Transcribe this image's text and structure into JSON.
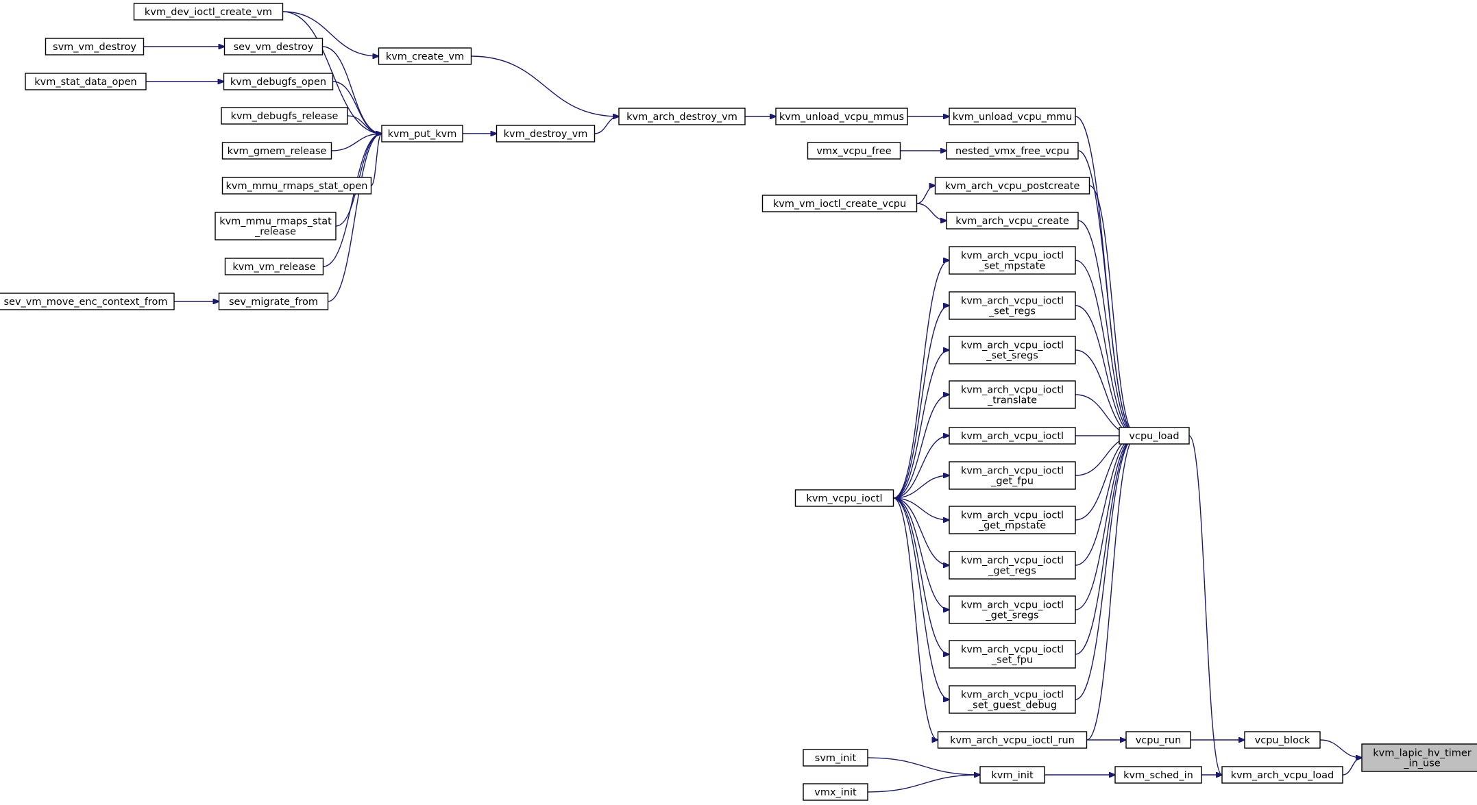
{
  "graph": {
    "colors": {
      "edge": "#191970",
      "node_border": "#000000",
      "node_fill": "#ffffff",
      "focus_fill": "#bfbfbf"
    },
    "nodes": [
      {
        "id": "kvm_dev_ioctl_create_vm",
        "lines": [
          "kvm_dev_ioctl_create_vm"
        ]
      },
      {
        "id": "svm_vm_destroy",
        "lines": [
          "svm_vm_destroy"
        ]
      },
      {
        "id": "sev_vm_destroy",
        "lines": [
          "sev_vm_destroy"
        ]
      },
      {
        "id": "kvm_stat_data_open",
        "lines": [
          "kvm_stat_data_open"
        ]
      },
      {
        "id": "kvm_debugfs_open",
        "lines": [
          "kvm_debugfs_open"
        ]
      },
      {
        "id": "kvm_debugfs_release",
        "lines": [
          "kvm_debugfs_release"
        ]
      },
      {
        "id": "kvm_gmem_release",
        "lines": [
          "kvm_gmem_release"
        ]
      },
      {
        "id": "kvm_mmu_rmaps_stat_open",
        "lines": [
          "kvm_mmu_rmaps_stat_open"
        ]
      },
      {
        "id": "kvm_mmu_rmaps_stat_release",
        "lines": [
          "kvm_mmu_rmaps_stat",
          "_release"
        ]
      },
      {
        "id": "kvm_vm_release",
        "lines": [
          "kvm_vm_release"
        ]
      },
      {
        "id": "sev_vm_move_enc_context_from",
        "lines": [
          "sev_vm_move_enc_context_from"
        ]
      },
      {
        "id": "sev_migrate_from",
        "lines": [
          "sev_migrate_from"
        ]
      },
      {
        "id": "kvm_create_vm",
        "lines": [
          "kvm_create_vm"
        ]
      },
      {
        "id": "kvm_put_kvm",
        "lines": [
          "kvm_put_kvm"
        ]
      },
      {
        "id": "kvm_destroy_vm",
        "lines": [
          "kvm_destroy_vm"
        ]
      },
      {
        "id": "kvm_arch_destroy_vm",
        "lines": [
          "kvm_arch_destroy_vm"
        ]
      },
      {
        "id": "kvm_unload_vcpu_mmus",
        "lines": [
          "kvm_unload_vcpu_mmus"
        ]
      },
      {
        "id": "kvm_unload_vcpu_mmu",
        "lines": [
          "kvm_unload_vcpu_mmu"
        ]
      },
      {
        "id": "vmx_vcpu_free",
        "lines": [
          "vmx_vcpu_free"
        ]
      },
      {
        "id": "nested_vmx_free_vcpu",
        "lines": [
          "nested_vmx_free_vcpu"
        ]
      },
      {
        "id": "kvm_vm_ioctl_create_vcpu",
        "lines": [
          "kvm_vm_ioctl_create_vcpu"
        ]
      },
      {
        "id": "kvm_arch_vcpu_postcreate",
        "lines": [
          "kvm_arch_vcpu_postcreate"
        ]
      },
      {
        "id": "kvm_arch_vcpu_create",
        "lines": [
          "kvm_arch_vcpu_create"
        ]
      },
      {
        "id": "set_mpstate",
        "lines": [
          "kvm_arch_vcpu_ioctl",
          "_set_mpstate"
        ]
      },
      {
        "id": "set_regs",
        "lines": [
          "kvm_arch_vcpu_ioctl",
          "_set_regs"
        ]
      },
      {
        "id": "set_sregs",
        "lines": [
          "kvm_arch_vcpu_ioctl",
          "_set_sregs"
        ]
      },
      {
        "id": "translate",
        "lines": [
          "kvm_arch_vcpu_ioctl",
          "_translate"
        ]
      },
      {
        "id": "kvm_arch_vcpu_ioctl",
        "lines": [
          "kvm_arch_vcpu_ioctl"
        ]
      },
      {
        "id": "get_fpu",
        "lines": [
          "kvm_arch_vcpu_ioctl",
          "_get_fpu"
        ]
      },
      {
        "id": "get_mpstate",
        "lines": [
          "kvm_arch_vcpu_ioctl",
          "_get_mpstate"
        ]
      },
      {
        "id": "get_regs",
        "lines": [
          "kvm_arch_vcpu_ioctl",
          "_get_regs"
        ]
      },
      {
        "id": "get_sregs",
        "lines": [
          "kvm_arch_vcpu_ioctl",
          "_get_sregs"
        ]
      },
      {
        "id": "set_fpu",
        "lines": [
          "kvm_arch_vcpu_ioctl",
          "_set_fpu"
        ]
      },
      {
        "id": "set_guest_debug",
        "lines": [
          "kvm_arch_vcpu_ioctl",
          "_set_guest_debug"
        ]
      },
      {
        "id": "kvm_vcpu_ioctl",
        "lines": [
          "kvm_vcpu_ioctl"
        ]
      },
      {
        "id": "kvm_arch_vcpu_ioctl_run",
        "lines": [
          "kvm_arch_vcpu_ioctl_run"
        ]
      },
      {
        "id": "vcpu_load",
        "lines": [
          "vcpu_load"
        ]
      },
      {
        "id": "vcpu_run",
        "lines": [
          "vcpu_run"
        ]
      },
      {
        "id": "vcpu_block",
        "lines": [
          "vcpu_block"
        ]
      },
      {
        "id": "svm_init",
        "lines": [
          "svm_init"
        ]
      },
      {
        "id": "vmx_init",
        "lines": [
          "vmx_init"
        ]
      },
      {
        "id": "kvm_init",
        "lines": [
          "kvm_init"
        ]
      },
      {
        "id": "kvm_sched_in",
        "lines": [
          "kvm_sched_in"
        ]
      },
      {
        "id": "kvm_arch_vcpu_load",
        "lines": [
          "kvm_arch_vcpu_load"
        ]
      },
      {
        "id": "kvm_lapic_hv_timer_in_use",
        "lines": [
          "kvm_lapic_hv_timer",
          "_in_use"
        ],
        "focus": true
      }
    ],
    "edges": [
      [
        "kvm_dev_ioctl_create_vm",
        "kvm_create_vm"
      ],
      [
        "kvm_dev_ioctl_create_vm",
        "kvm_put_kvm"
      ],
      [
        "svm_vm_destroy",
        "sev_vm_destroy"
      ],
      [
        "sev_vm_destroy",
        "kvm_put_kvm"
      ],
      [
        "kvm_stat_data_open",
        "kvm_debugfs_open"
      ],
      [
        "kvm_debugfs_open",
        "kvm_put_kvm"
      ],
      [
        "kvm_debugfs_release",
        "kvm_put_kvm"
      ],
      [
        "kvm_gmem_release",
        "kvm_put_kvm"
      ],
      [
        "kvm_mmu_rmaps_stat_open",
        "kvm_put_kvm"
      ],
      [
        "kvm_mmu_rmaps_stat_release",
        "kvm_put_kvm"
      ],
      [
        "kvm_vm_release",
        "kvm_put_kvm"
      ],
      [
        "sev_vm_move_enc_context_from",
        "sev_migrate_from"
      ],
      [
        "sev_migrate_from",
        "kvm_put_kvm"
      ],
      [
        "kvm_put_kvm",
        "kvm_destroy_vm"
      ],
      [
        "kvm_create_vm",
        "kvm_arch_destroy_vm"
      ],
      [
        "kvm_destroy_vm",
        "kvm_arch_destroy_vm"
      ],
      [
        "kvm_arch_destroy_vm",
        "kvm_unload_vcpu_mmus"
      ],
      [
        "kvm_unload_vcpu_mmus",
        "kvm_unload_vcpu_mmu"
      ],
      [
        "vmx_vcpu_free",
        "nested_vmx_free_vcpu"
      ],
      [
        "kvm_vm_ioctl_create_vcpu",
        "kvm_arch_vcpu_postcreate"
      ],
      [
        "kvm_vm_ioctl_create_vcpu",
        "kvm_arch_vcpu_create"
      ],
      [
        "kvm_unload_vcpu_mmu",
        "vcpu_load"
      ],
      [
        "nested_vmx_free_vcpu",
        "vcpu_load"
      ],
      [
        "kvm_arch_vcpu_postcreate",
        "vcpu_load"
      ],
      [
        "kvm_arch_vcpu_create",
        "vcpu_load"
      ],
      [
        "set_mpstate",
        "vcpu_load"
      ],
      [
        "set_regs",
        "vcpu_load"
      ],
      [
        "set_sregs",
        "vcpu_load"
      ],
      [
        "translate",
        "vcpu_load"
      ],
      [
        "kvm_arch_vcpu_ioctl",
        "vcpu_load"
      ],
      [
        "get_fpu",
        "vcpu_load"
      ],
      [
        "get_mpstate",
        "vcpu_load"
      ],
      [
        "get_regs",
        "vcpu_load"
      ],
      [
        "get_sregs",
        "vcpu_load"
      ],
      [
        "set_fpu",
        "vcpu_load"
      ],
      [
        "set_guest_debug",
        "vcpu_load"
      ],
      [
        "kvm_arch_vcpu_ioctl_run",
        "vcpu_load"
      ],
      [
        "kvm_vcpu_ioctl",
        "set_mpstate"
      ],
      [
        "kvm_vcpu_ioctl",
        "set_regs"
      ],
      [
        "kvm_vcpu_ioctl",
        "set_sregs"
      ],
      [
        "kvm_vcpu_ioctl",
        "translate"
      ],
      [
        "kvm_vcpu_ioctl",
        "kvm_arch_vcpu_ioctl"
      ],
      [
        "kvm_vcpu_ioctl",
        "get_fpu"
      ],
      [
        "kvm_vcpu_ioctl",
        "get_mpstate"
      ],
      [
        "kvm_vcpu_ioctl",
        "get_regs"
      ],
      [
        "kvm_vcpu_ioctl",
        "get_sregs"
      ],
      [
        "kvm_vcpu_ioctl",
        "set_fpu"
      ],
      [
        "kvm_vcpu_ioctl",
        "set_guest_debug"
      ],
      [
        "kvm_vcpu_ioctl",
        "kvm_arch_vcpu_ioctl_run"
      ],
      [
        "kvm_arch_vcpu_ioctl_run",
        "vcpu_run"
      ],
      [
        "vcpu_run",
        "vcpu_block"
      ],
      [
        "vcpu_load",
        "kvm_arch_vcpu_load"
      ],
      [
        "svm_init",
        "kvm_init"
      ],
      [
        "vmx_init",
        "kvm_init"
      ],
      [
        "kvm_init",
        "kvm_sched_in"
      ],
      [
        "kvm_sched_in",
        "kvm_arch_vcpu_load"
      ],
      [
        "vcpu_block",
        "kvm_lapic_hv_timer_in_use"
      ],
      [
        "kvm_arch_vcpu_load",
        "kvm_lapic_hv_timer_in_use"
      ]
    ]
  }
}
